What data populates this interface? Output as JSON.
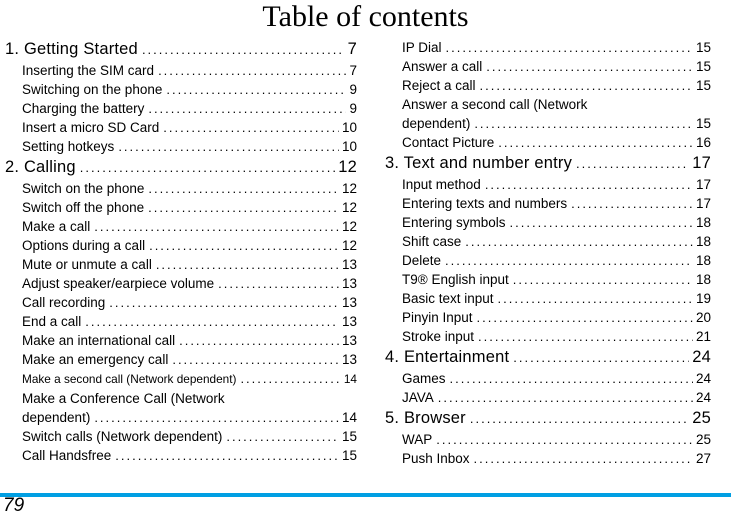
{
  "title": "Table of contents",
  "footer": {
    "page_number": "79",
    "rule_color": "#009FE3"
  },
  "columns": [
    {
      "name": "left",
      "items": [
        {
          "label": "1. Getting Started",
          "page": "7",
          "level": "section"
        },
        {
          "label": "Inserting the SIM card",
          "page": "7",
          "level": "sub"
        },
        {
          "label": "Switching on the phone",
          "page": "9",
          "level": "sub"
        },
        {
          "label": "Charging the battery",
          "page": "9",
          "level": "sub"
        },
        {
          "label": "Insert a micro SD Card",
          "page": "10",
          "level": "sub"
        },
        {
          "label": "Setting hotkeys",
          "page": "10",
          "level": "sub"
        },
        {
          "label": "2. Calling",
          "page": "12",
          "level": "section"
        },
        {
          "label": "Switch on the phone",
          "page": "12",
          "level": "sub"
        },
        {
          "label": "Switch off the phone",
          "page": "12",
          "level": "sub"
        },
        {
          "label": "Make a call",
          "page": "12",
          "level": "sub"
        },
        {
          "label": "Options during a call",
          "page": "12",
          "level": "sub"
        },
        {
          "label": "Mute or unmute a call",
          "page": "13",
          "level": "sub"
        },
        {
          "label": "Adjust speaker/earpiece volume",
          "page": "13",
          "level": "sub"
        },
        {
          "label": "Call recording",
          "page": "13",
          "level": "sub"
        },
        {
          "label": "End a call",
          "page": "13",
          "level": "sub"
        },
        {
          "label": "Make an international call",
          "page": "13",
          "level": "sub"
        },
        {
          "label": "Make an emergency call",
          "page": "13",
          "level": "sub"
        },
        {
          "label": "Make a second call (Network dependent)",
          "page": "14",
          "level": "sub-small"
        },
        {
          "label": "Make a Conference Call (Network",
          "page": "",
          "level": "sub-wrap"
        },
        {
          "label": "dependent)",
          "page": "14",
          "level": "sub"
        },
        {
          "label": "Switch calls (Network dependent)",
          "page": "15",
          "level": "sub"
        },
        {
          "label": "Call Handsfree",
          "page": "15",
          "level": "sub"
        }
      ]
    },
    {
      "name": "right",
      "items": [
        {
          "label": "IP Dial",
          "page": "15",
          "level": "sub"
        },
        {
          "label": "Answer a call",
          "page": "15",
          "level": "sub"
        },
        {
          "label": "Reject a call",
          "page": "15",
          "level": "sub"
        },
        {
          "label": "Answer a second call (Network",
          "page": "",
          "level": "sub-wrap"
        },
        {
          "label": "dependent)",
          "page": "15",
          "level": "sub"
        },
        {
          "label": "Contact Picture",
          "page": "16",
          "level": "sub"
        },
        {
          "label": "3. Text and number entry",
          "page": "17",
          "level": "section"
        },
        {
          "label": "Input method",
          "page": "17",
          "level": "sub"
        },
        {
          "label": "Entering texts and numbers",
          "page": "17",
          "level": "sub"
        },
        {
          "label": "Entering symbols",
          "page": "18",
          "level": "sub"
        },
        {
          "label": "Shift case",
          "page": "18",
          "level": "sub"
        },
        {
          "label": "Delete",
          "page": "18",
          "level": "sub"
        },
        {
          "label": "T9® English input",
          "page": "18",
          "level": "sub"
        },
        {
          "label": "Basic text input",
          "page": "19",
          "level": "sub"
        },
        {
          "label": "Pinyin Input",
          "page": "20",
          "level": "sub"
        },
        {
          "label": "Stroke input",
          "page": "21",
          "level": "sub"
        },
        {
          "label": "4. Entertainment",
          "page": "24",
          "level": "section"
        },
        {
          "label": "Games",
          "page": "24",
          "level": "sub"
        },
        {
          "label": "JAVA",
          "page": "24",
          "level": "sub"
        },
        {
          "label": "5. Browser",
          "page": "25",
          "level": "section"
        },
        {
          "label": "WAP",
          "page": "25",
          "level": "sub"
        },
        {
          "label": "Push Inbox",
          "page": "27",
          "level": "sub"
        }
      ]
    }
  ]
}
